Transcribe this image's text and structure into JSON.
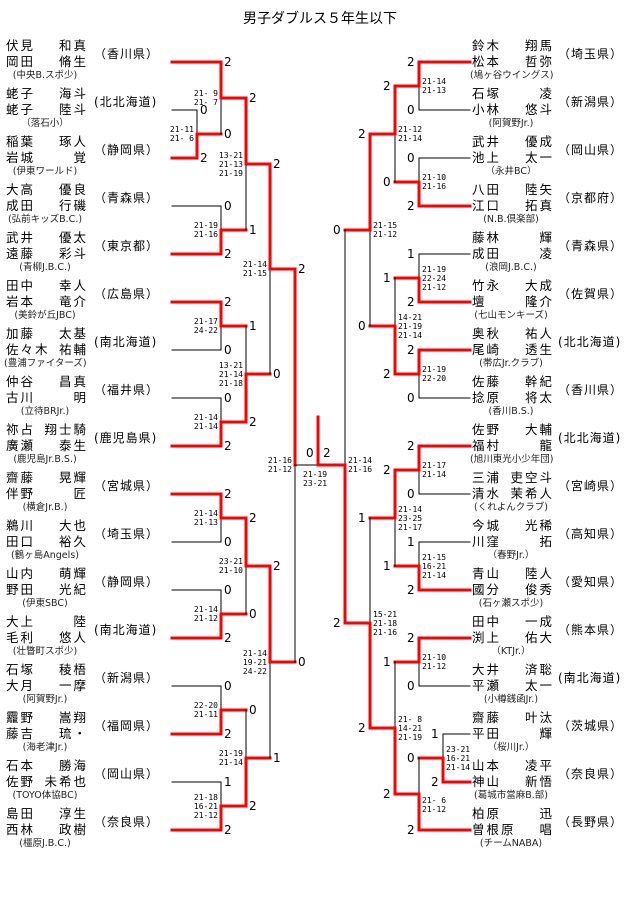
{
  "title": "男子ダブルス５年生以下",
  "colors": {
    "winner_line": "#ff0000",
    "line": "#000000"
  },
  "left": [
    {
      "p1": {
        "family": "伏見",
        "given": "和真"
      },
      "p2": {
        "family": "岡田",
        "given": "脩生"
      },
      "pref": "（香川県）",
      "club": "(中央B.スポ少)"
    },
    {
      "p1": {
        "family": "蛯子",
        "given": "海斗"
      },
      "p2": {
        "family": "蛯子",
        "given": "陸斗"
      },
      "pref": "(北北海道)",
      "club": "（落石小）"
    },
    {
      "p1": {
        "family": "稲葉",
        "given": "琢人"
      },
      "p2": {
        "family": "岩城",
        "given": "覚"
      },
      "pref": "（静岡県）",
      "club": "(伊東ワールド)"
    },
    {
      "p1": {
        "family": "大高",
        "given": "優良"
      },
      "p2": {
        "family": "成田",
        "given": "行磯"
      },
      "pref": "（青森県）",
      "club": "(弘前キッズB.C.)"
    },
    {
      "p1": {
        "family": "武井",
        "given": "優太"
      },
      "p2": {
        "family": "遠藤",
        "given": "彩斗"
      },
      "pref": "（東京都）",
      "club": "(青柳J.B.C.)"
    },
    {
      "p1": {
        "family": "田中",
        "given": "幸人"
      },
      "p2": {
        "family": "岩本",
        "given": "竜介"
      },
      "pref": "（広島県）",
      "club": "(美鈴が丘JBC)"
    },
    {
      "p1": {
        "family": "加藤",
        "given": "太基"
      },
      "p2": {
        "family": "佐々木",
        "given": "祐輔"
      },
      "pref": "(南北海道)",
      "club": "(豊浦ファイターズ)"
    },
    {
      "p1": {
        "family": "仲谷",
        "given": "昌真"
      },
      "p2": {
        "family": "古川",
        "given": "明"
      },
      "pref": "（福井県）",
      "club": "(立待BRJr.)"
    },
    {
      "p1": {
        "family": "祢占",
        "given": "翔士騎"
      },
      "p2": {
        "family": "廣瀬",
        "given": "泰生"
      },
      "pref": "(鹿児島県)",
      "club": "(鹿児島Jr.B.S.)"
    },
    {
      "p1": {
        "family": "齋藤",
        "given": "晃輝"
      },
      "p2": {
        "family": "伴野",
        "given": "匠"
      },
      "pref": "（宮城県）",
      "club": "(横倉Jr.B.)"
    },
    {
      "p1": {
        "family": "鵜川",
        "given": "大也"
      },
      "p2": {
        "family": "田口",
        "given": "裕久"
      },
      "pref": "（埼玉県）",
      "club": "(鶴ヶ島Angels)"
    },
    {
      "p1": {
        "family": "山内",
        "given": "萌輝"
      },
      "p2": {
        "family": "野田",
        "given": "光紀"
      },
      "pref": "（静岡県）",
      "club": "(伊東SBC)"
    },
    {
      "p1": {
        "family": "大上",
        "given": "陸"
      },
      "p2": {
        "family": "毛利",
        "given": "悠人"
      },
      "pref": "(南北海道)",
      "club": "(壮瞥町スポ少)"
    },
    {
      "p1": {
        "family": "石塚",
        "given": "稜梧"
      },
      "p2": {
        "family": "大月",
        "given": "一摩"
      },
      "pref": "（新潟県）",
      "club": "(阿賀野Jr.)"
    },
    {
      "p1": {
        "family": "龗野",
        "given": "嵩翔"
      },
      "p2": {
        "family": "藤吉",
        "given": "琉・"
      },
      "pref": "（福岡県）",
      "club": "(海老津Jr.)"
    },
    {
      "p1": {
        "family": "石本",
        "given": "勝海"
      },
      "p2": {
        "family": "佐野",
        "given": "未希也"
      },
      "pref": "（岡山県）",
      "club": "(TOYO体協BC)"
    },
    {
      "p1": {
        "family": "島田",
        "given": "淳生"
      },
      "p2": {
        "family": "西林",
        "given": "政樹"
      },
      "pref": "（奈良県）",
      "club": "(橿原J.B.C.)"
    }
  ],
  "right": [
    {
      "p1": {
        "family": "鈴木",
        "given": "翔馬"
      },
      "p2": {
        "family": "松本",
        "given": "哲弥"
      },
      "pref": "（埼玉県）",
      "club": "(鳩ヶ谷ウイングス)"
    },
    {
      "p1": {
        "family": "石塚",
        "given": "凌"
      },
      "p2": {
        "family": "小林",
        "given": "悠斗"
      },
      "pref": "（新潟県）",
      "club": "(阿賀野Jr.)"
    },
    {
      "p1": {
        "family": "武井",
        "given": "優成"
      },
      "p2": {
        "family": "池上",
        "given": "太一"
      },
      "pref": "（岡山県）",
      "club": "（永井BC）"
    },
    {
      "p1": {
        "family": "八田",
        "given": "陸矢"
      },
      "p2": {
        "family": "江口",
        "given": "拓真"
      },
      "pref": "（京都府）",
      "club": "(N.B.倶楽部)"
    },
    {
      "p1": {
        "family": "藤林",
        "given": "輝"
      },
      "p2": {
        "family": "成田",
        "given": "凌"
      },
      "pref": "（青森県）",
      "club": "(浪岡J.B.C.)"
    },
    {
      "p1": {
        "family": "竹永",
        "given": "大成"
      },
      "p2": {
        "family": "壇",
        "given": "隆介"
      },
      "pref": "（佐賀県）",
      "club": "(七山モンキーズ)"
    },
    {
      "p1": {
        "family": "奥秋",
        "given": "祐人"
      },
      "p2": {
        "family": "尾崎",
        "given": "透生"
      },
      "pref": "(北北海道)",
      "club": "(帯広Jr.クラブ)"
    },
    {
      "p1": {
        "family": "佐藤",
        "given": "幹紀"
      },
      "p2": {
        "family": "捻原",
        "given": "将太"
      },
      "pref": "（香川県）",
      "club": "(香川B.S.)"
    },
    {
      "p1": {
        "family": "佐野",
        "given": "大輔"
      },
      "p2": {
        "family": "福村",
        "given": "龍"
      },
      "pref": "(北北海道)",
      "club": "(旭川東光小少年団)"
    },
    {
      "p1": {
        "family": "三浦",
        "given": "吏空斗"
      },
      "p2": {
        "family": "清水",
        "given": "茉希人"
      },
      "pref": "（宮崎県）",
      "club": "(くれよんクラブ)"
    },
    {
      "p1": {
        "family": "今城",
        "given": "光稀"
      },
      "p2": {
        "family": "川窪",
        "given": "拓"
      },
      "pref": "（高知県）",
      "club": "（春野Jr.）"
    },
    {
      "p1": {
        "family": "青山",
        "given": "陸人"
      },
      "p2": {
        "family": "國分",
        "given": "俊秀"
      },
      "pref": "（愛知県）",
      "club": "(石ヶ瀬スポ少)"
    },
    {
      "p1": {
        "family": "田中",
        "given": "一成"
      },
      "p2": {
        "family": "渕上",
        "given": "佑大"
      },
      "pref": "（熊本県）",
      "club": "（KTJr.）"
    },
    {
      "p1": {
        "family": "大井",
        "given": "済聡"
      },
      "p2": {
        "family": "平瀬",
        "given": "太一"
      },
      "pref": "(南北海道)",
      "club": "(小樽銭函Jr.)"
    },
    {
      "p1": {
        "family": "齋藤",
        "given": "叶汰"
      },
      "p2": {
        "family": "平田",
        "given": "輝"
      },
      "pref": "（茨城県）",
      "club": "（桜川Jr.）"
    },
    {
      "p1": {
        "family": "山本",
        "given": "凌平"
      },
      "p2": {
        "family": "神山",
        "given": "新悟"
      },
      "pref": "（奈良県）",
      "club": "(葛城市當麻B.部)"
    },
    {
      "p1": {
        "family": "柏原",
        "given": "迅"
      },
      "p2": {
        "family": "曽根原",
        "given": "唱"
      },
      "pref": "（長野県）",
      "club": "(チームNABA)"
    }
  ],
  "matches": {
    "Lp": {
      "top": "0",
      "bottom": "2",
      "sets": [
        "21-11",
        "21- 6"
      ]
    },
    "L1": {
      "top": "2",
      "bottom": "0",
      "sets": [
        "21- 9",
        "21- 7"
      ]
    },
    "L2": {
      "top": "0",
      "bottom": "2",
      "sets": [
        "21-19",
        "21-16"
      ]
    },
    "L3": {
      "top": "2",
      "bottom": "1",
      "sets": [
        "13-21",
        "21-13",
        "21-19"
      ]
    },
    "L4": {
      "top": "2",
      "bottom": "0",
      "sets": [
        "21-17",
        "24-22"
      ]
    },
    "L5": {
      "top": "0",
      "bottom": "2",
      "sets": [
        "21-14",
        "21-14"
      ]
    },
    "L6": {
      "top": "1",
      "bottom": "2",
      "sets": [
        "13-21",
        "21-14",
        "21-18"
      ]
    },
    "L7": {
      "top": "2",
      "bottom": "0",
      "sets": [
        "21-14",
        "21-15"
      ]
    },
    "L8": {
      "top": "2",
      "bottom": "0",
      "sets": [
        "21-14",
        "21-13"
      ]
    },
    "L9": {
      "top": "0",
      "bottom": "2",
      "sets": [
        "21-14",
        "21-12"
      ]
    },
    "L10": {
      "top": "2",
      "bottom": "0",
      "sets": [
        "23-21",
        "21-10"
      ]
    },
    "L11": {
      "top": "0",
      "bottom": "2",
      "sets": [
        "22-20",
        "21-11"
      ]
    },
    "L12": {
      "top": "1",
      "bottom": "2",
      "sets": [
        "21-18",
        "16-21",
        "21-12"
      ]
    },
    "L13": {
      "top": "0",
      "bottom": "2",
      "sets": [
        "21-19",
        "21-14"
      ]
    },
    "L14": {
      "top": "2",
      "bottom": "1",
      "sets": [
        "21-14",
        "19-21",
        "24-22"
      ]
    },
    "L15": {
      "top": "2",
      "bottom": "0",
      "sets": [
        "21-16",
        "21-12"
      ]
    },
    "R1": {
      "top": "2",
      "bottom": "0",
      "sets": [
        "21-14",
        "21-13"
      ]
    },
    "R2": {
      "top": "0",
      "bottom": "2",
      "sets": [
        "21-10",
        "21-16"
      ]
    },
    "R3": {
      "top": "2",
      "bottom": "0",
      "sets": [
        "21-12",
        "21-14"
      ]
    },
    "R4": {
      "top": "1",
      "bottom": "2",
      "sets": [
        "21-19",
        "22-24",
        "21-12"
      ]
    },
    "R5": {
      "top": "2",
      "bottom": "0",
      "sets": [
        "21-19",
        "22-20"
      ]
    },
    "R6": {
      "top": "1",
      "bottom": "2",
      "sets": [
        "14-21",
        "21-19",
        "21-14"
      ]
    },
    "R7": {
      "top": "2",
      "bottom": "0",
      "sets": [
        "21-15",
        "21-12"
      ]
    },
    "R8": {
      "top": "2",
      "bottom": "0",
      "sets": [
        "21-17",
        "21-14"
      ]
    },
    "R9": {
      "top": "1",
      "bottom": "2",
      "sets": [
        "21-15",
        "16-21",
        "21-14"
      ]
    },
    "R10": {
      "top": "2",
      "bottom": "1",
      "sets": [
        "21-14",
        "23-25",
        "21-17"
      ]
    },
    "R11": {
      "top": "2",
      "bottom": "0",
      "sets": [
        "21-10",
        "21-12"
      ]
    },
    "Rp": {
      "top": "1",
      "bottom": "2",
      "sets": [
        "23-21",
        "16-21",
        "21-14"
      ]
    },
    "R12": {
      "top": "0",
      "bottom": "2",
      "sets": [
        "21- 6",
        "21-12"
      ]
    },
    "R13": {
      "top": "1",
      "bottom": "2",
      "sets": [
        "21- 8",
        "14-21",
        "21-19"
      ]
    },
    "R14": {
      "top": "1",
      "bottom": "2",
      "sets": [
        "15-21",
        "21-18",
        "21-16"
      ]
    },
    "R15": {
      "top": "0",
      "bottom": "2",
      "sets": [
        "21-14",
        "21-16"
      ]
    }
  },
  "final": {
    "left": "0",
    "right": "2",
    "sets": [
      "21-19",
      "23-21"
    ]
  }
}
